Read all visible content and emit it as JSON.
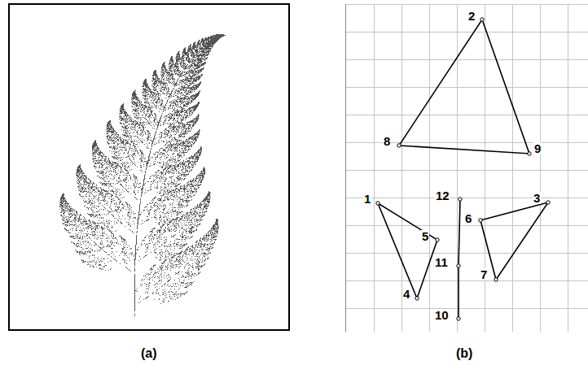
{
  "diagram": {
    "labels": [
      "(a)",
      "(b)",
      "2",
      "8",
      "9",
      "1",
      "12",
      "6",
      "3",
      "5",
      "11",
      "4",
      "7",
      "10"
    ]
  }
}
